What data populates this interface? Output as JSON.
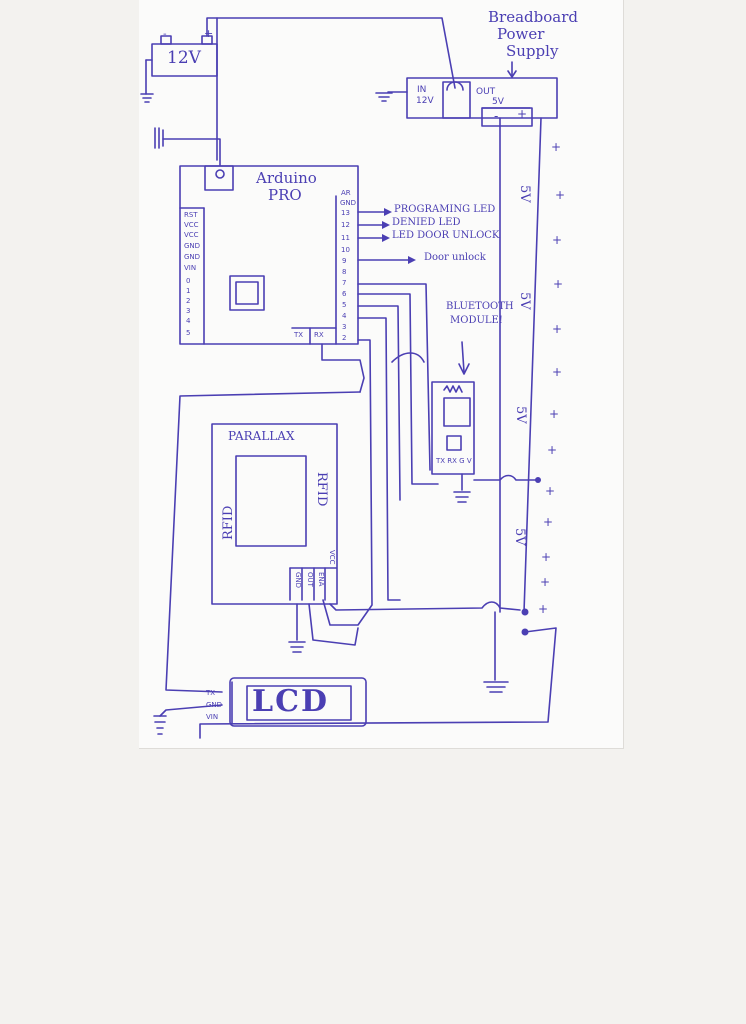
{
  "battery": {
    "label": "12V",
    "plus": "+",
    "minus": "-"
  },
  "power_supply": {
    "title": [
      "Breadboard",
      "Power",
      "Supply"
    ],
    "in_label": "IN",
    "in_volt": "12V",
    "out_label": "OUT",
    "out_volt": "5V",
    "rail_minus": "-",
    "rail_plus": "+"
  },
  "arduino": {
    "title": [
      "Arduino",
      "PRO"
    ],
    "left_pins": [
      "RST",
      "VCC",
      "VCC",
      "GND",
      "GND",
      "VIN",
      "0",
      "1",
      "2",
      "3",
      "4",
      "5"
    ],
    "right_pins": [
      "AR",
      "GND",
      "13",
      "12",
      "11",
      "10",
      "9",
      "8",
      "7",
      "6",
      "5",
      "4",
      "3",
      "2"
    ],
    "bottom_pins": [
      "TX",
      "RX"
    ]
  },
  "arduino_outputs": [
    "PROGRAMING LED",
    "DENIED LED",
    "LED DOOR UNLOCK",
    "Door unlock"
  ],
  "bluetooth": {
    "label": [
      "BLUETOOTH",
      "MODULE!"
    ],
    "pins": "TX RX G V"
  },
  "rfid": {
    "title": "PARALLAX",
    "left_label": "RFID",
    "right_label": "RFID",
    "pins": [
      "GND",
      "OUT",
      "ENA",
      "VCC"
    ]
  },
  "lcd": {
    "label": "LCD",
    "pins": [
      "TX",
      "GND",
      "VIN"
    ]
  },
  "rail_voltage_labels": [
    "5V",
    "5V",
    "5V",
    "5V"
  ],
  "colors": {
    "ink": "#4b3fb3",
    "paper": "#fbfbfa",
    "background": "#f3f2ef"
  }
}
